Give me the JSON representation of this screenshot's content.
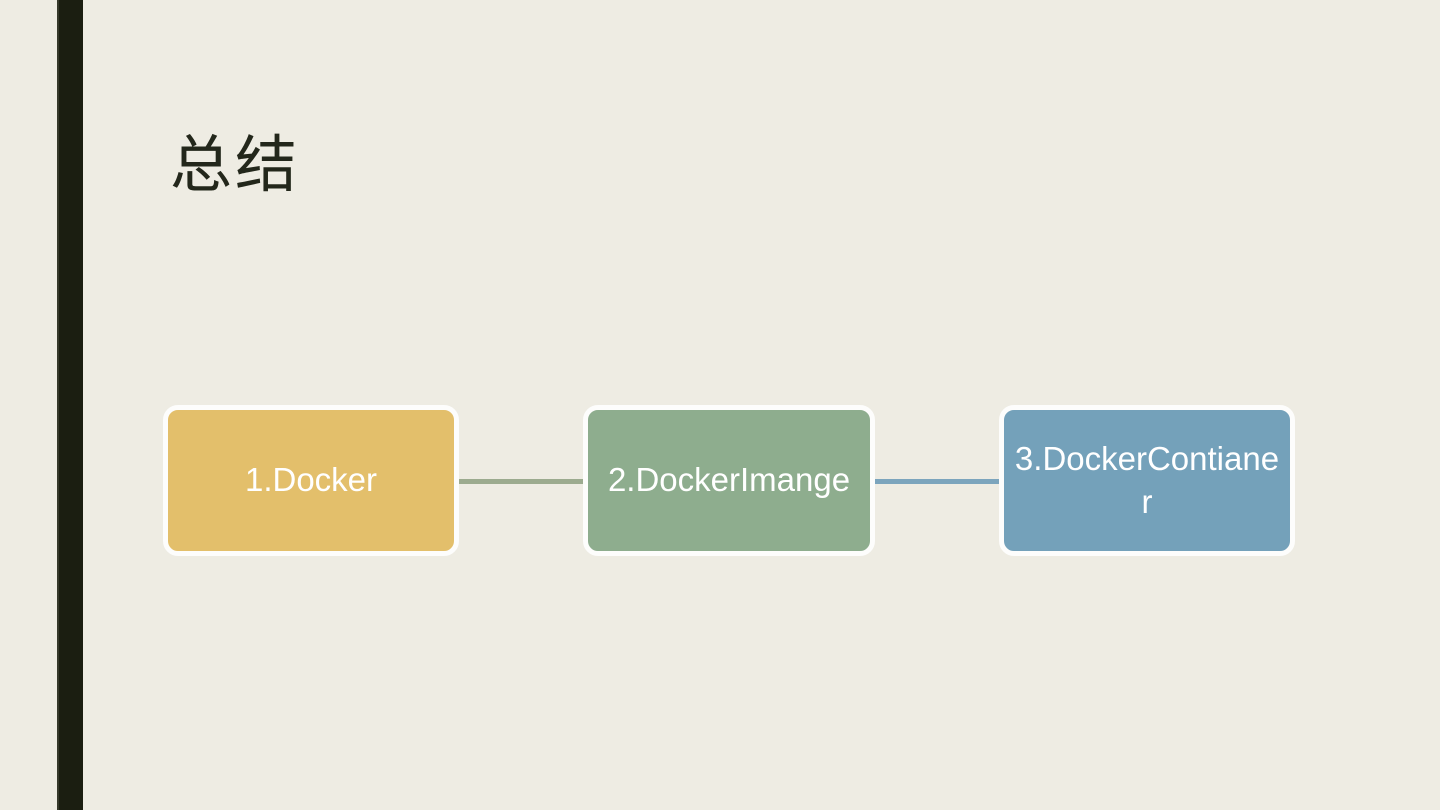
{
  "slide": {
    "title": "总结",
    "colors": {
      "background": "#eeece3",
      "accent_bar": "#1b1e11",
      "title_text": "#23271b"
    }
  },
  "diagram": {
    "type": "process-flow",
    "text_color": "#ffffff",
    "node_border_color": "#fdfdfc",
    "nodes": [
      {
        "label": "1.Docker",
        "fill": "#e3bf6b"
      },
      {
        "label": "2.DockerImange",
        "fill": "#8ead8e"
      },
      {
        "label": "3.DockerContianer",
        "fill": "#74a1ba"
      }
    ],
    "connectors": [
      {
        "color": "#9cab8f"
      },
      {
        "color": "#7ca5bd"
      }
    ]
  }
}
